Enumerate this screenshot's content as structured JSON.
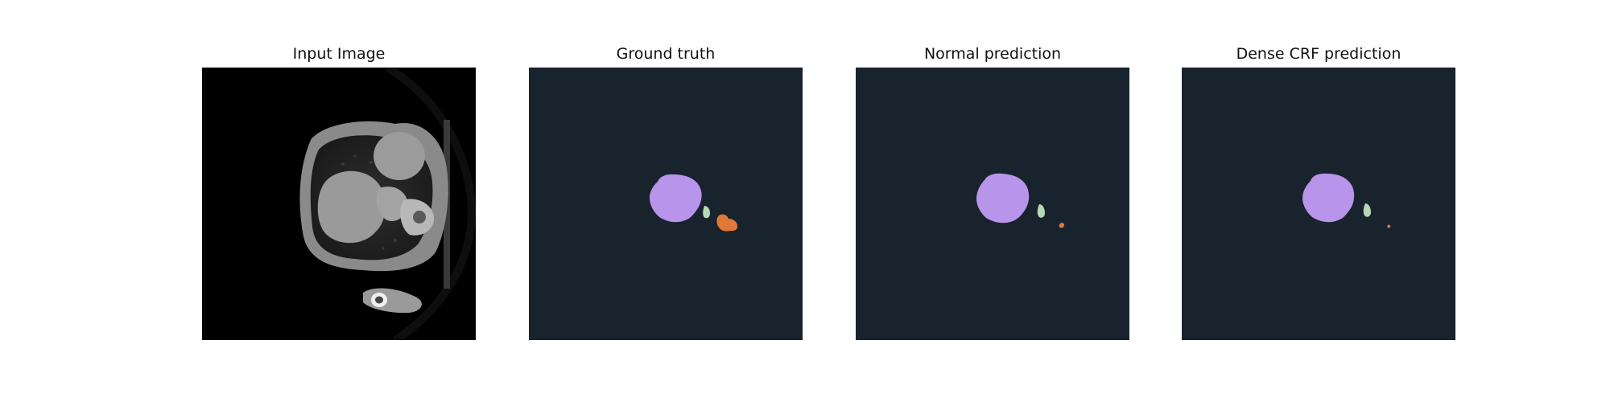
{
  "figure": {
    "panels": [
      {
        "title": "Input Image"
      },
      {
        "title": "Ground truth"
      },
      {
        "title": "Normal prediction"
      },
      {
        "title": "Dense CRF prediction"
      }
    ]
  },
  "colors": {
    "mask_background": "#18232E",
    "class_purple": "#B894EA",
    "class_green": "#B6D8B6",
    "class_orange": "#E07838",
    "ct_background": "#000000"
  }
}
